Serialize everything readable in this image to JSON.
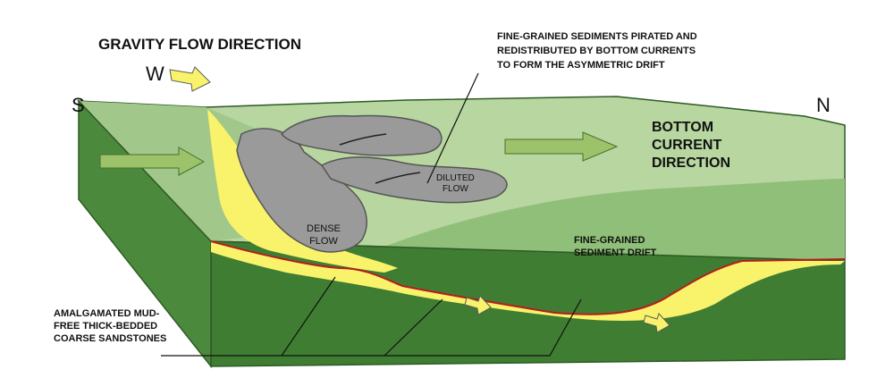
{
  "title": "GRAVITY FLOW DIRECTION",
  "compass": {
    "west": "W",
    "south": "S",
    "north": "N"
  },
  "annotation_fine_sediments": [
    "FINE-GRAINED SEDIMENTS PIRATED AND",
    "REDISTRIBUTED BY BOTTOM CURRENTS",
    "TO FORM THE ASYMMETRIC DRIFT"
  ],
  "bottom_current_label": [
    "BOTTOM",
    "CURRENT",
    "DIRECTION"
  ],
  "diluted_flow_label": [
    "DILUTED",
    "FLOW"
  ],
  "dense_flow_label": [
    "DENSE",
    "FLOW"
  ],
  "drift_label": [
    "FINE-GRAINED",
    "SEDIMENT DRIFT"
  ],
  "sandstone_label": [
    "AMALGAMATED MUD-",
    "FREE THICK-BEDDED",
    "COARSE SANDSTONES"
  ],
  "colors": {
    "seafloor": "#b7d6a0",
    "block_side": "#3f7d33",
    "sand": "#f8f36a",
    "flow": "#9a9a9a",
    "contact_line": "#b41e1e",
    "arrow": "#9cc26a"
  }
}
